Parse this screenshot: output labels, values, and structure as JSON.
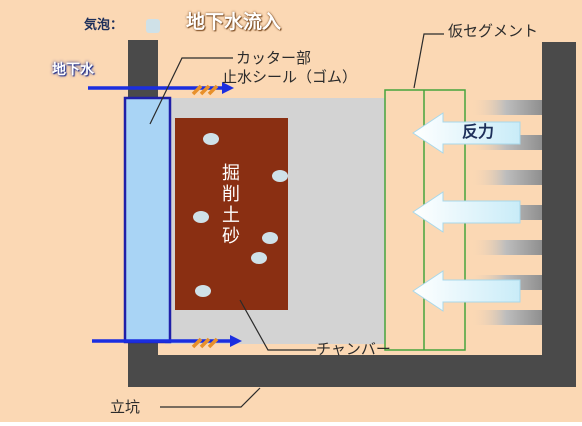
{
  "labels": {
    "bubble_legend": "気泡：",
    "groundwater_inflow": "地下水流入",
    "groundwater": "地下水",
    "cutter": "カッター部",
    "water_seal": "止水シール（ゴム）",
    "temp_segment": "仮セグメント",
    "reaction_force": "反力",
    "excavated_soil": "掘削土砂",
    "chamber": "チャンバー",
    "shaft": "立坑"
  },
  "colors": {
    "background": "#fbd8b4",
    "shaft_wall": "#4a4a4a",
    "chamber": "#d3d3d3",
    "soil": "#8a2f12",
    "bubble": "#cfe1e8",
    "cutter_fill": "#a9d4f5",
    "cutter_border": "#1f1fa8",
    "water_arrow": "#1b2ee0",
    "seal": "#e8902a",
    "segment_line": "#46a43c",
    "reaction_arrow": "#e4f4fb"
  }
}
